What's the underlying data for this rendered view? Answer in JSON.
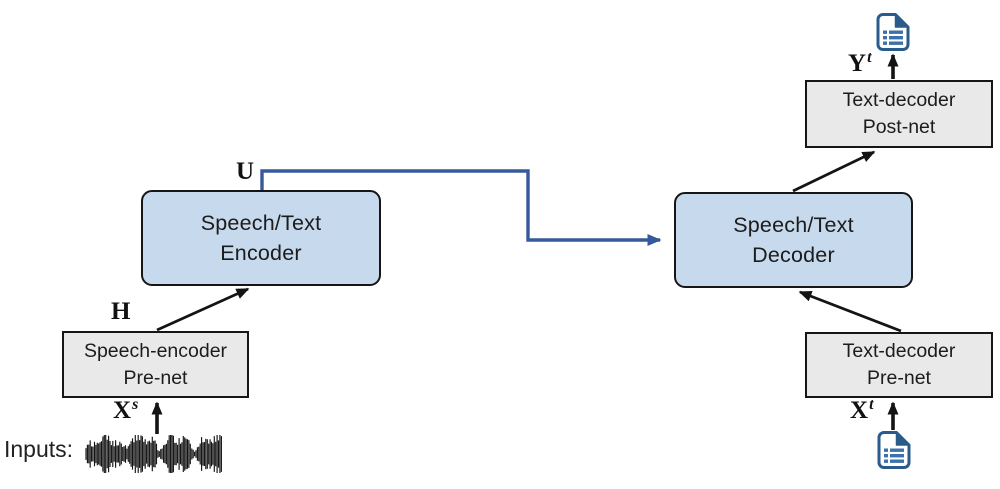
{
  "nodes": {
    "speech_encoder_prenet": {
      "line1": "Speech-encoder",
      "line2": "Pre-net"
    },
    "encoder": {
      "line1": "Speech/Text",
      "line2": "Encoder"
    },
    "decoder": {
      "line1": "Speech/Text",
      "line2": "Decoder"
    },
    "text_decoder_postnet": {
      "line1": "Text-decoder",
      "line2": "Post-net"
    },
    "text_decoder_prenet": {
      "line1": "Text-decoder",
      "line2": "Pre-net"
    }
  },
  "labels": {
    "inputs": "Inputs:",
    "h": "H",
    "u": "U",
    "xs": {
      "base": "X",
      "sup": "s"
    },
    "xt": {
      "base": "X",
      "sup": "t"
    },
    "yt": {
      "base": "Y",
      "sup": "t"
    }
  },
  "colors": {
    "node_blue": "#c7d9ec",
    "node_gray": "#e9e9e9",
    "border_color": "#161616",
    "connector_blue": "#36599c",
    "arrow_black": "#141414",
    "waveform_color": "#141414",
    "doc_icon_blue": "#2a5b8a",
    "doc_icon_lines": "#3c72a8"
  }
}
